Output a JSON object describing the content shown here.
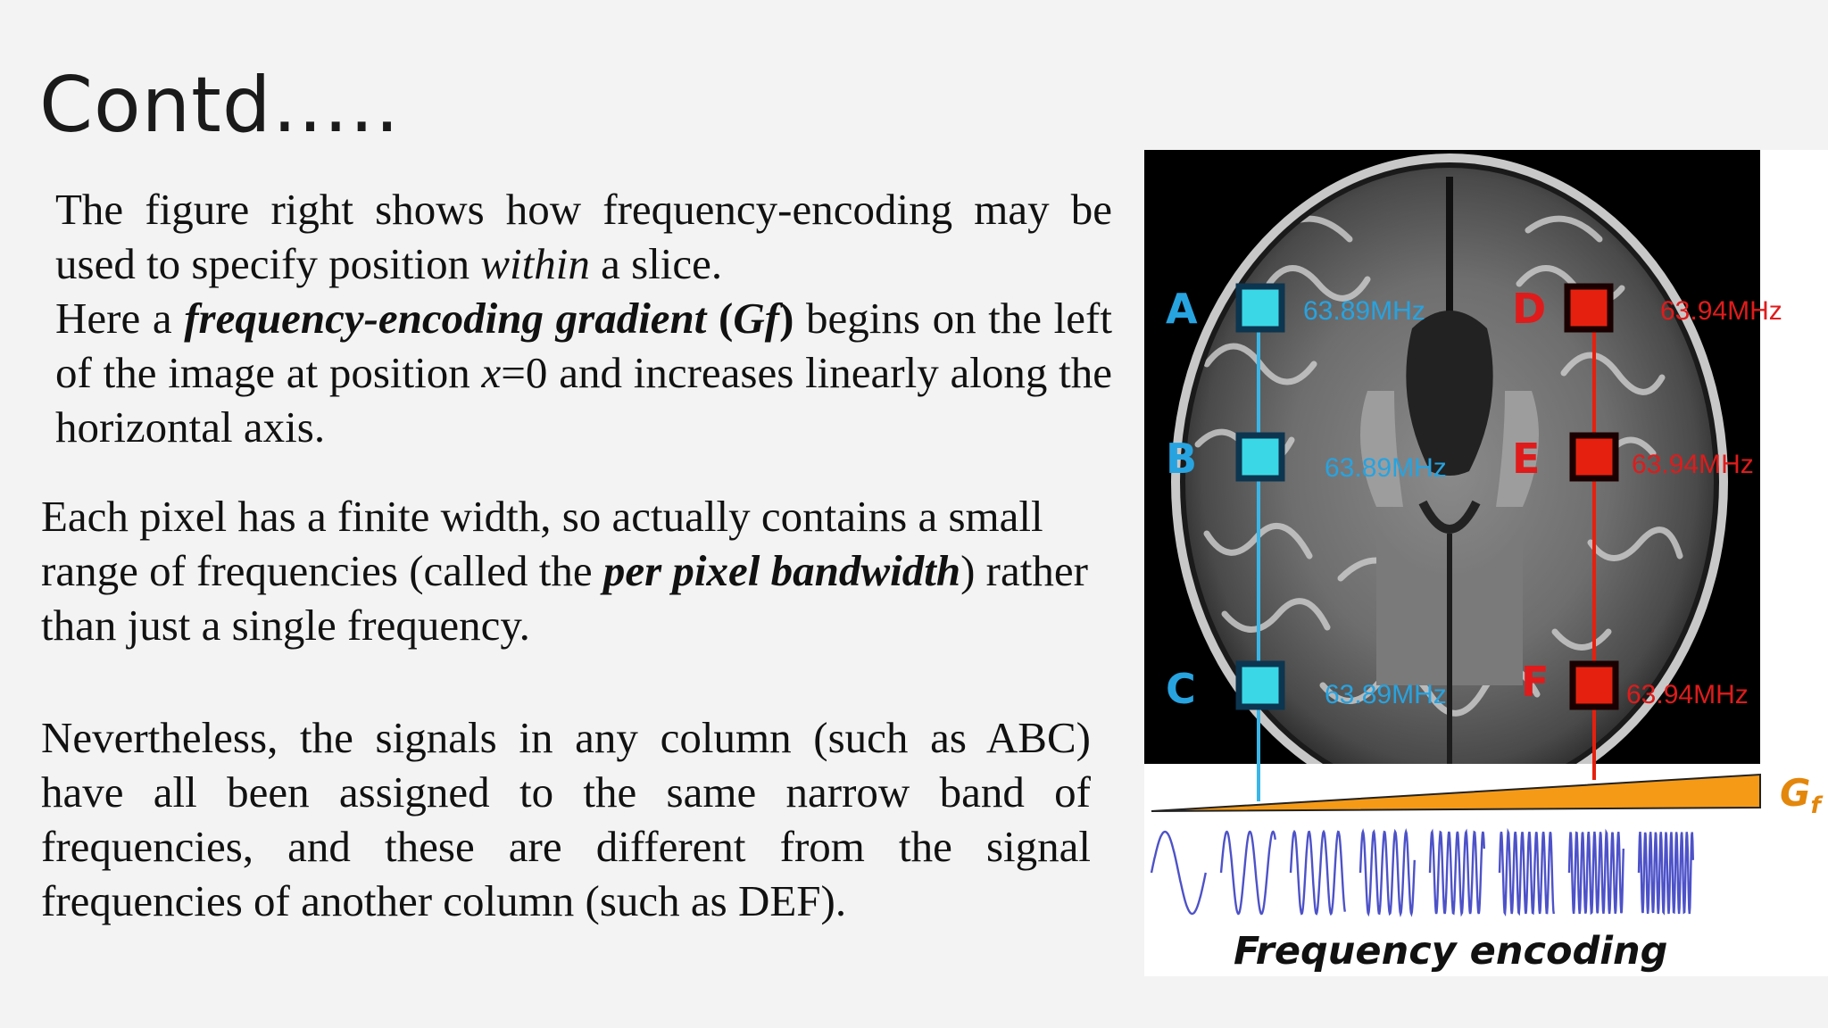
{
  "slide": {
    "title": "Contd…..",
    "para1": {
      "s1": "The figure right shows how frequency-encoding may be used to specify position ",
      "s1_em": "within",
      "s1_end": " a slice.",
      "s2_start": "Here a ",
      "s2_bold_it": "frequency-encoding gradient",
      "s2_open": " (",
      "s2_gf": "Gf",
      "s2_close": ")",
      "s2_mid": " begins on the left of the image at position ",
      "s2_x": "x",
      "s2_eq": "=0 and increases linearly along the horizontal axis."
    },
    "para2": {
      "start": "Each pixel has a finite width, so actually contains a small range of frequencies (called the ",
      "bold_it": "per pixel bandwidth",
      "end": ") rather than just a single frequency."
    },
    "para3": {
      "text": " Nevertheless, the signals in any column (such as ABC) have all been assigned to the same narrow band of frequencies, and these are different from the signal frequencies of another column (such as DEF)."
    }
  },
  "figure": {
    "points_left": [
      {
        "letter": "A",
        "freq": "63.89MHz"
      },
      {
        "letter": "B",
        "freq": "63.89MHz"
      },
      {
        "letter": "C",
        "freq": "63.89MHz"
      }
    ],
    "points_right": [
      {
        "letter": "D",
        "freq": "63.94MHz"
      },
      {
        "letter": "E",
        "freq": "63.94MHz"
      },
      {
        "letter": "F",
        "freq": "63.94MHz"
      }
    ],
    "gradient_label_main": "G",
    "gradient_label_sub": "f",
    "caption": "Frequency encoding",
    "colors": {
      "left": "#3ad8e6",
      "left_text": "#27a3e0",
      "right": "#e6200e",
      "right_text": "#e01b1b",
      "gradient": "#f59a16",
      "wave": "#4d52c8"
    }
  }
}
